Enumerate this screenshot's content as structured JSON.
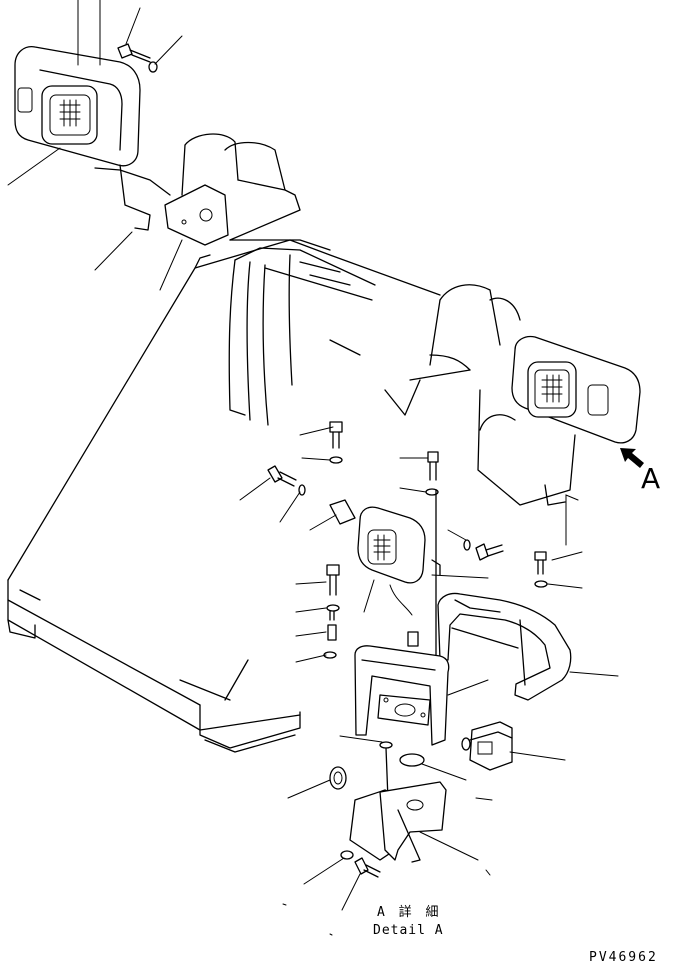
{
  "callout_label": "A",
  "detail_caption_jp": "A 詳 細",
  "detail_caption_en": "Detail A",
  "drawing_number": "PV46962",
  "icons": {
    "view_arrow": "view-arrow-icon"
  }
}
